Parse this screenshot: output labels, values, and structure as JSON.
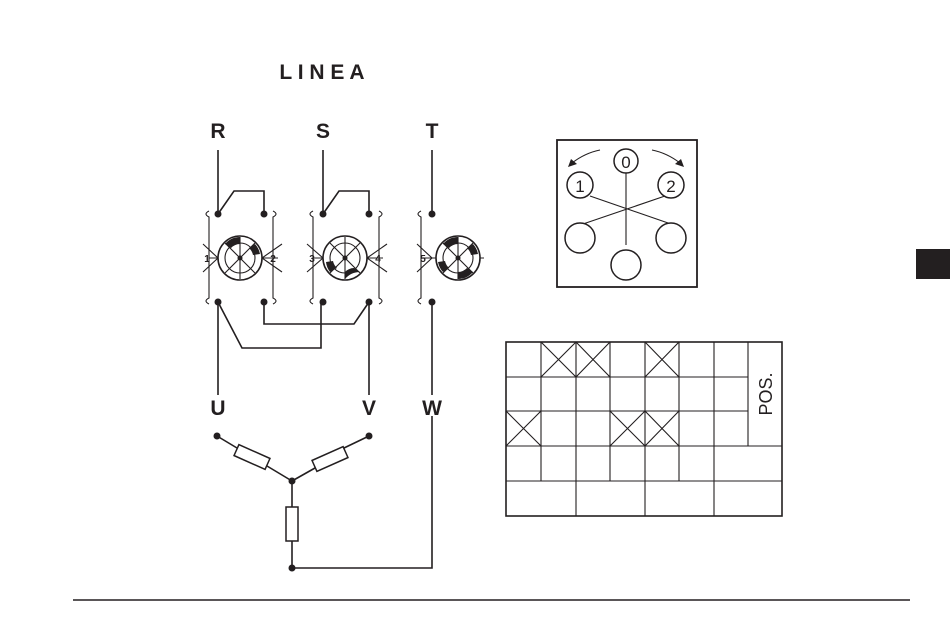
{
  "title": "L I N E A",
  "line_labels": {
    "r": "R",
    "s": "S",
    "t": "T"
  },
  "load_labels": {
    "u": "U",
    "v": "V",
    "w": "W"
  },
  "contact_numbers": [
    "1",
    "2",
    "3",
    "4",
    "5"
  ],
  "switch_positions": {
    "off": "0",
    "pos1": "1",
    "pos2": "2"
  },
  "table": {
    "pos_label": "POS."
  },
  "colors": {
    "ink": "#231f20",
    "tab_marker": "#231f20"
  }
}
